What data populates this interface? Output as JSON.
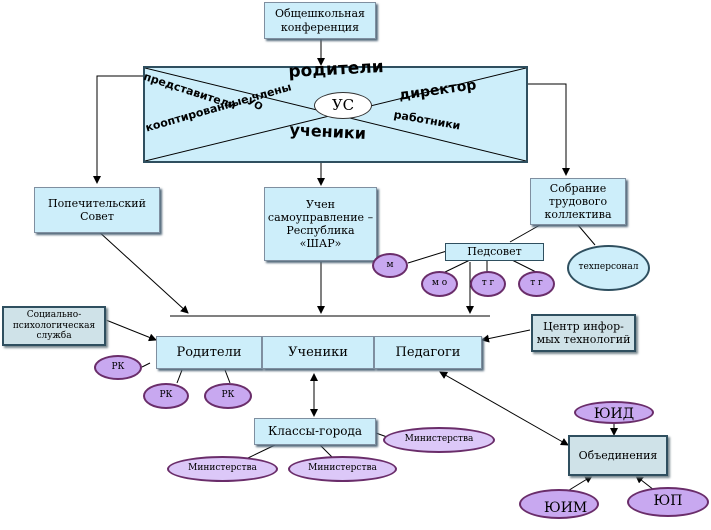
{
  "top_box": "Общешкольная конференция",
  "council": {
    "center": "УС",
    "parents": "родители",
    "director": "директор",
    "workers": "работники",
    "students": "ученики",
    "representatives": "представители",
    "co_opted": "кооптированные члены",
    "uo": "УО"
  },
  "board": "Попечительский Совет",
  "student_gov": "Учен самоуправление – Республика «ШАР»",
  "labor_meeting": "Собрание трудового коллектива",
  "tech_staff": "техперсонал",
  "pedsovet": "Педсовет",
  "pedsovet_ellipses": [
    "м",
    "м о",
    "т г",
    "т г"
  ],
  "social_service": "Социально-психологическая служба",
  "it_center": "Центр инфор-мых технологий",
  "row": {
    "parents": "Родители",
    "students": "Ученики",
    "teachers": "Педагоги"
  },
  "rk": [
    "РК",
    "РК",
    "РК"
  ],
  "class_cities": "Классы-города",
  "ministries": [
    "Министерства",
    "Министерства",
    "Министерства"
  ],
  "associations": "Объединения",
  "uid": "ЮИД",
  "uim": "ЮИМ",
  "up": "ЮП",
  "colors": {
    "box_fill": "#cdeefa",
    "ellipse_fill": "#c8a8f0",
    "ellipse_border": "#6a2d6a"
  }
}
